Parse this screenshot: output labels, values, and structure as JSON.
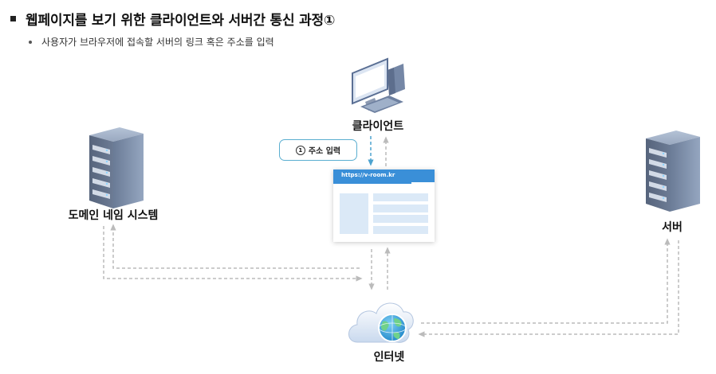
{
  "heading": {
    "title": "웹페이지를 보기 위한 클라이언트와 서버간 통신 과정①"
  },
  "description": "사용자가 브라우저에 접속할 서버의 링크 혹은 주소를 입력",
  "nodes": {
    "client": "클라이언트",
    "dns": "도메인 네임 시스템",
    "server": "서버",
    "internet": "인터넷"
  },
  "badge": {
    "number": "1",
    "text": "주소 입력"
  },
  "browser": {
    "url": "https://v-room.kr"
  },
  "colors": {
    "accent_blue": "#3a8fd8",
    "badge_border": "#5aaed0",
    "arrow_blue": "#4da3cf",
    "arrow_gray": "#bbbbbb",
    "server_body": "#7d8ea8",
    "panel_fill": "#dbe9f7"
  },
  "icons": {
    "client": "desktop-computer-icon",
    "dns": "server-rack-icon",
    "server": "server-rack-icon",
    "internet": "cloud-globe-icon"
  }
}
